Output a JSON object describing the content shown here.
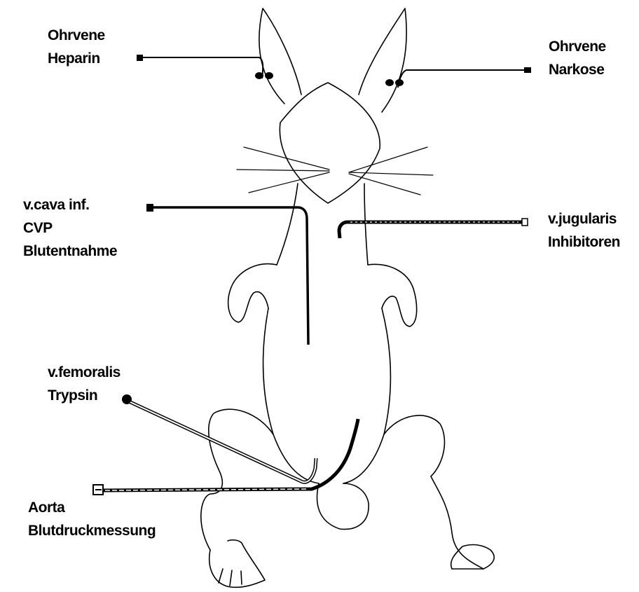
{
  "colors": {
    "ink": "#000000",
    "background": "#ffffff"
  },
  "labels": {
    "ear_left": {
      "line1": "Ohrvene",
      "line2": "Heparin"
    },
    "ear_right": {
      "line1": "Ohrvene",
      "line2": "Narkose"
    },
    "cava": {
      "line1": "v.cava inf.",
      "line2": "CVP",
      "line3": "Blutentnahme"
    },
    "jugularis": {
      "line1": "v.jugularis",
      "line2": "Inhibitoren"
    },
    "femoralis": {
      "line1": "v.femoralis",
      "line2": "Trypsin"
    },
    "aorta": {
      "line1": "Aorta",
      "line2": "Blutdruckmessung"
    }
  }
}
